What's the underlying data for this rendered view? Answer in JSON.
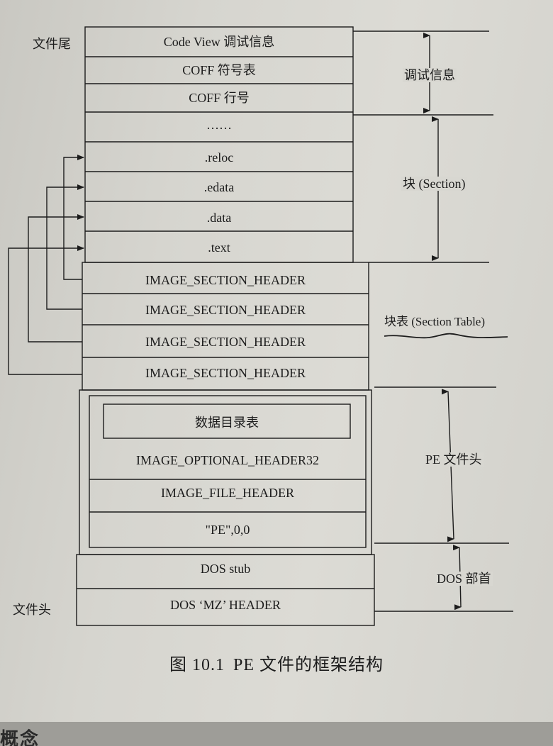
{
  "figure": {
    "caption_number": "图 10.1",
    "caption_text": "PE 文件的框架结构"
  },
  "page_edge_text": "概念",
  "left_labels": {
    "file_end": "文件尾",
    "file_start": "文件头"
  },
  "outer_rows": [
    "Code View 调试信息",
    "COFF 符号表",
    "COFF 行号",
    "……",
    ".reloc",
    ".edata",
    ".data",
    ".text",
    "IMAGE_SECTION_HEADER",
    "IMAGE_SECTION_HEADER",
    "IMAGE_SECTION_HEADER",
    "IMAGE_SECTION_HEADER"
  ],
  "pe_header_rows": [
    "数据目录表",
    "IMAGE_OPTIONAL_HEADER32",
    "IMAGE_FILE_HEADER",
    "\"PE\",0,0"
  ],
  "dos_rows": [
    "DOS stub",
    "DOS ‘MZ’ HEADER"
  ],
  "regions": {
    "debug": "调试信息",
    "section": "块 (Section)",
    "section_table": "块表 (Section Table)",
    "pe_header": "PE 文件头",
    "dos_header": "DOS 部首"
  }
}
